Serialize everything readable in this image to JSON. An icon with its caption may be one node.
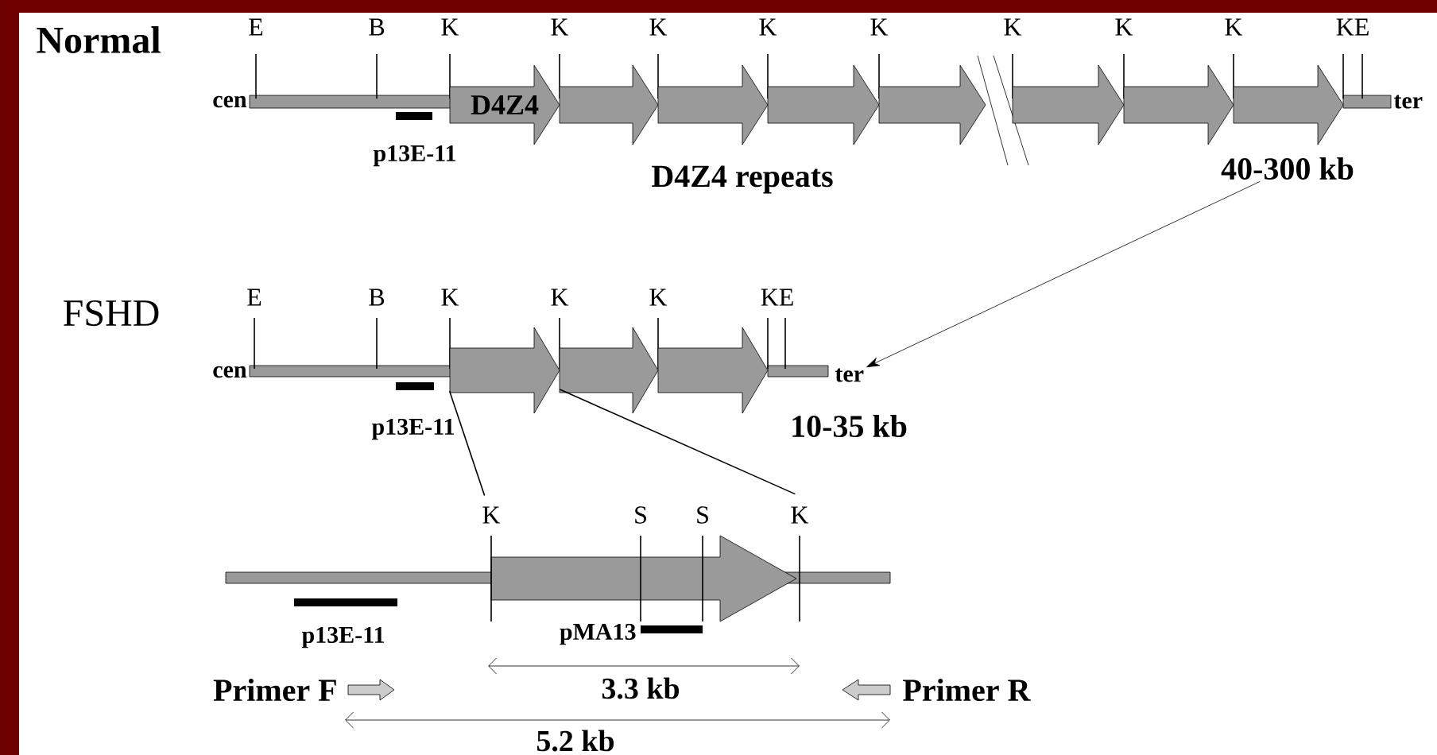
{
  "diagram": {
    "nodes": [
      {
        "text": [
          "D4Z4"
        ],
        "beside": [
          "K"
        ]
      },
      {
        "text": [],
        "shape": "arrow",
        "beside": [
          "K"
        ]
      },
      {
        "text": [],
        "shape": "arrow",
        "beside": [
          "K"
        ]
      },
      {
        "text": [],
        "shape": "arrow",
        "beside": [
          "K"
        ]
      },
      {
        "text": [],
        "shape": "arrow",
        "beside": [
          "K"
        ]
      },
      {
        "text": [],
        "shape": "arrow",
        "beside": [
          "K"
        ]
      },
      {
        "text": [],
        "shape": "arrow",
        "beside": [
          "K"
        ]
      },
      {
        "text": [],
        "shape": "arrow",
        "beside": [
          "K"
        ]
      },
      {
        "text": [
          "40-300 kb"
        ]
      },
      {
        "text": [],
        "shape": "arrow",
        "beside": [
          "K"
        ]
      },
      {
        "text": [],
        "shape": "arrow",
        "beside": [
          "K"
        ]
      },
      {
        "text": [],
        "shape": "arrow",
        "beside": [
          "K"
        ]
      },
      {
        "text": [
          "ter"
        ]
      },
      {
        "text": [],
        "shape": "arrow",
        "beside": [
          "K",
          "S",
          "S",
          "K"
        ]
      }
    ],
    "edges": [
      {
        "from": 8,
        "to": 12,
        "arrow": "to"
      },
      {
        "from": 9,
        "to": 13,
        "arrow": "none"
      },
      {
        "from": 9,
        "to": 13,
        "arrow": "none"
      }
    ],
    "labels": [
      "Normal",
      "E",
      "B",
      "KE",
      "cen",
      "ter",
      "p13E-11",
      "D4Z4 repeats",
      "FSHD",
      "E",
      "B",
      "KE",
      "cen",
      "p13E-11",
      "10-35 kb",
      "p13E-11",
      "pMA13",
      "Primer F",
      "3.3 kb",
      "Primer R",
      "5.2 kb"
    ]
  }
}
